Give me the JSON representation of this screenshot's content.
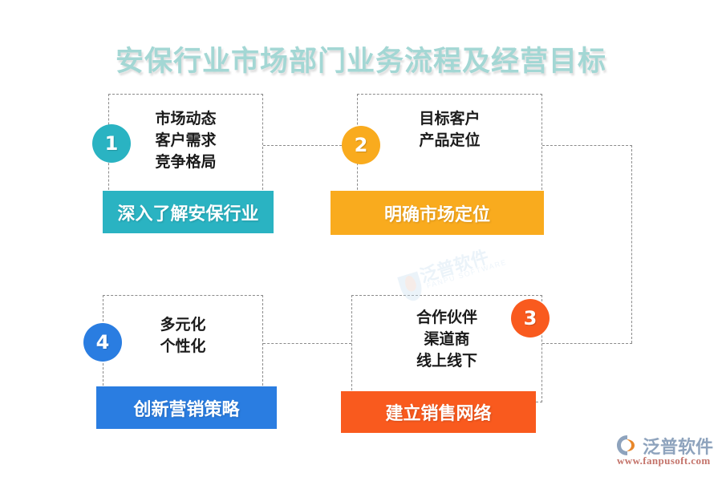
{
  "page": {
    "title": "安保行业市场部门业务流程及经营目标",
    "title_color": "#a3d7d4",
    "background": "#ffffff"
  },
  "blocks": [
    {
      "number": "1",
      "color": "#2ab3c2",
      "bullets": [
        "市场动态",
        "客户需求",
        "竞争格局"
      ],
      "bar_label": "深入了解安保行业"
    },
    {
      "number": "2",
      "color": "#f9ab1e",
      "bullets": [
        "目标客户",
        "产品定位"
      ],
      "bar_label": "明确市场定位"
    },
    {
      "number": "3",
      "color": "#f95a1e",
      "bullets": [
        "合作伙伴",
        "渠道商",
        "线上线下"
      ],
      "bar_label": "建立销售网络"
    },
    {
      "number": "4",
      "color": "#2a7de1",
      "bullets": [
        "多元化",
        "个性化"
      ],
      "bar_label": "创新营销策略"
    }
  ],
  "watermark": {
    "text_cn": "泛普软件",
    "text_en": "FANPU SOFTWARE"
  },
  "logo": {
    "name_cn": "泛普软件",
    "url": "www.fanpusoft.com",
    "mark_color": "#8ea3bd",
    "accent_color": "#e8872b",
    "url_color": "#c4736a"
  }
}
